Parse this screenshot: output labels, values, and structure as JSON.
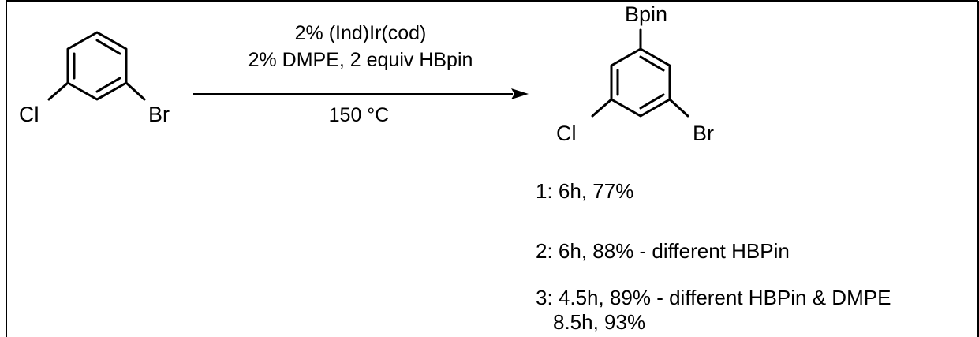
{
  "reactant": {
    "substituents": {
      "left": "Cl",
      "right": "Br"
    }
  },
  "conditions": {
    "above_line1": "2% (Ind)Ir(cod)",
    "above_line2": "2% DMPE, 2 equiv HBpin",
    "below": "150 °C"
  },
  "product": {
    "substituents": {
      "top": "Bpin",
      "left": "Cl",
      "right": "Br"
    }
  },
  "results": [
    {
      "text": "1: 6h, 77%"
    },
    {
      "text": "2: 6h, 88% - different HBPin"
    },
    {
      "text": "3: 4.5h, 89% - different HBPin & DMPE",
      "continuation": "8.5h, 93%"
    }
  ]
}
